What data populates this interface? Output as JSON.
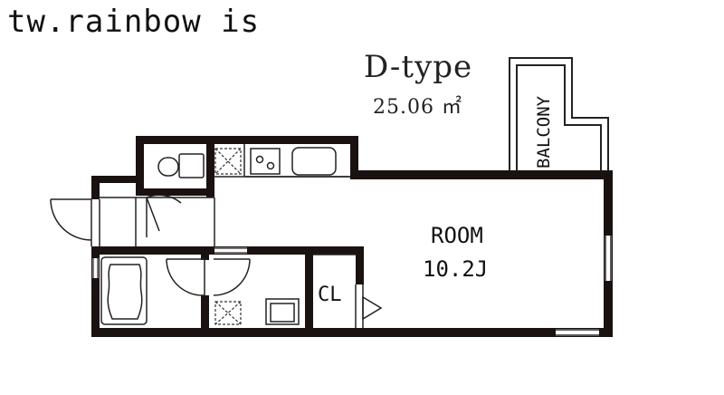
{
  "header": {
    "title": "tw.rainbow is"
  },
  "unit": {
    "type": "D-type",
    "area": "25.06 ㎡"
  },
  "rooms": {
    "main": "ROOM",
    "main_size": "10.2J",
    "closet": "CL",
    "balcony": "BALCONY"
  },
  "colors": {
    "wall": "#1a1210",
    "line": "#222222"
  }
}
